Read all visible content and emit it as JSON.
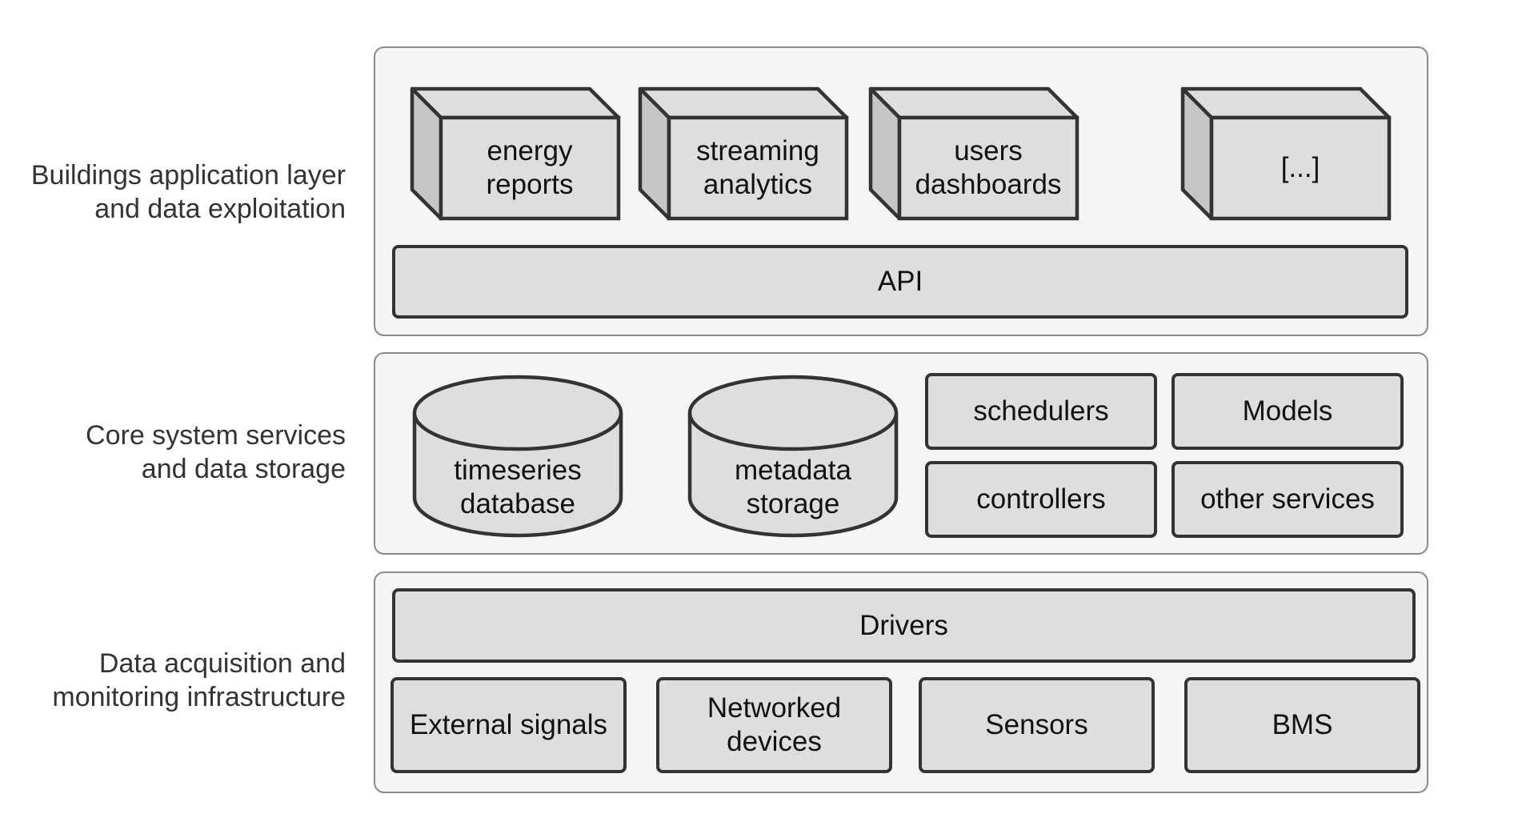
{
  "layers": [
    {
      "label_lines": [
        "Buildings application layer",
        "and data exploitation"
      ],
      "apps": [
        {
          "lines": [
            "energy",
            "reports"
          ]
        },
        {
          "lines": [
            "streaming",
            "analytics"
          ]
        },
        {
          "lines": [
            "users",
            "dashboards"
          ]
        },
        {
          "lines": [
            "[...]"
          ]
        }
      ],
      "api_label": "API"
    },
    {
      "label_lines": [
        "Core system services",
        "and data storage"
      ],
      "databases": [
        {
          "lines": [
            "timeseries",
            "database"
          ]
        },
        {
          "lines": [
            "metadata",
            "storage"
          ]
        }
      ],
      "services": [
        "schedulers",
        "Models",
        "controllers",
        "other services"
      ]
    },
    {
      "label_lines": [
        "Data acquisition and",
        "monitoring infrastructure"
      ],
      "drivers_label": "Drivers",
      "sources": [
        {
          "lines": [
            "External signals"
          ]
        },
        {
          "lines": [
            "Networked",
            "devices"
          ]
        },
        {
          "lines": [
            "Sensors"
          ]
        },
        {
          "lines": [
            "BMS"
          ]
        }
      ]
    }
  ],
  "colors": {
    "panel_fill": "#f5f5f5",
    "panel_border": "#8a8a8a",
    "box_fill": "#dedede",
    "box_side_fill": "#c6c6c6",
    "stroke": "#333333"
  }
}
